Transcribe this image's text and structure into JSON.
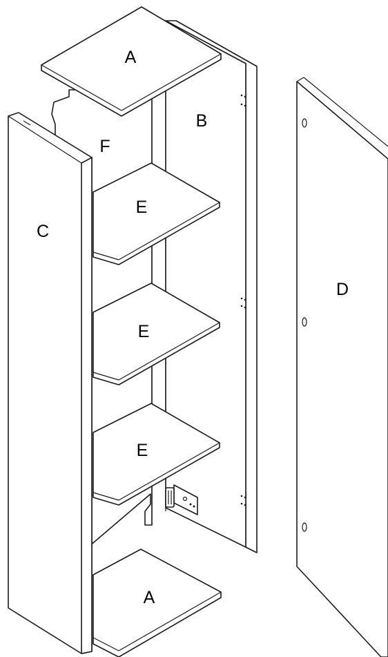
{
  "labels": {
    "top_panel": "A",
    "bottom_panel": "A",
    "right_side": "B",
    "left_side": "C",
    "door": "D",
    "shelf_1": "E",
    "shelf_2": "E",
    "shelf_3": "E",
    "back_panel": "F"
  }
}
